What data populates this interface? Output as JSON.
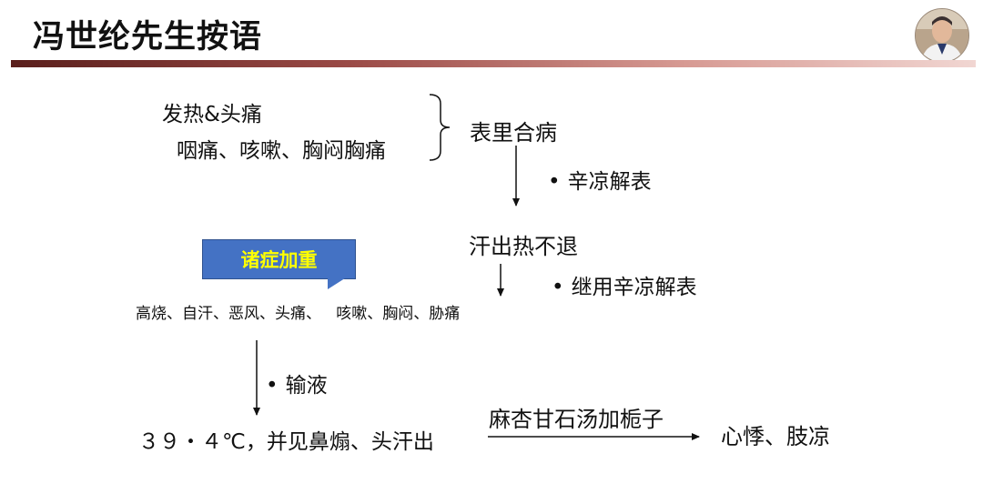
{
  "header": {
    "title": "冯世纶先生按语"
  },
  "diagram": {
    "symptoms_line1": "发热&头痛",
    "symptoms_line2": "咽痛、咳嗽、胸闷胸痛",
    "stage1": "表里合病",
    "treatment1": "辛凉解表",
    "stage2": "汗出热不退",
    "callout": "诸症加重",
    "treatment2": "继用辛凉解表",
    "symptoms3": "高烧、自汗、恶风、头痛、   咳嗽、胸闷、胁痛",
    "treatment3": "输液",
    "stage4": "３９・４℃，并见鼻煽、头汗出",
    "formula": "麻杏甘石汤加栀子",
    "result": "心悸、肢凉"
  }
}
